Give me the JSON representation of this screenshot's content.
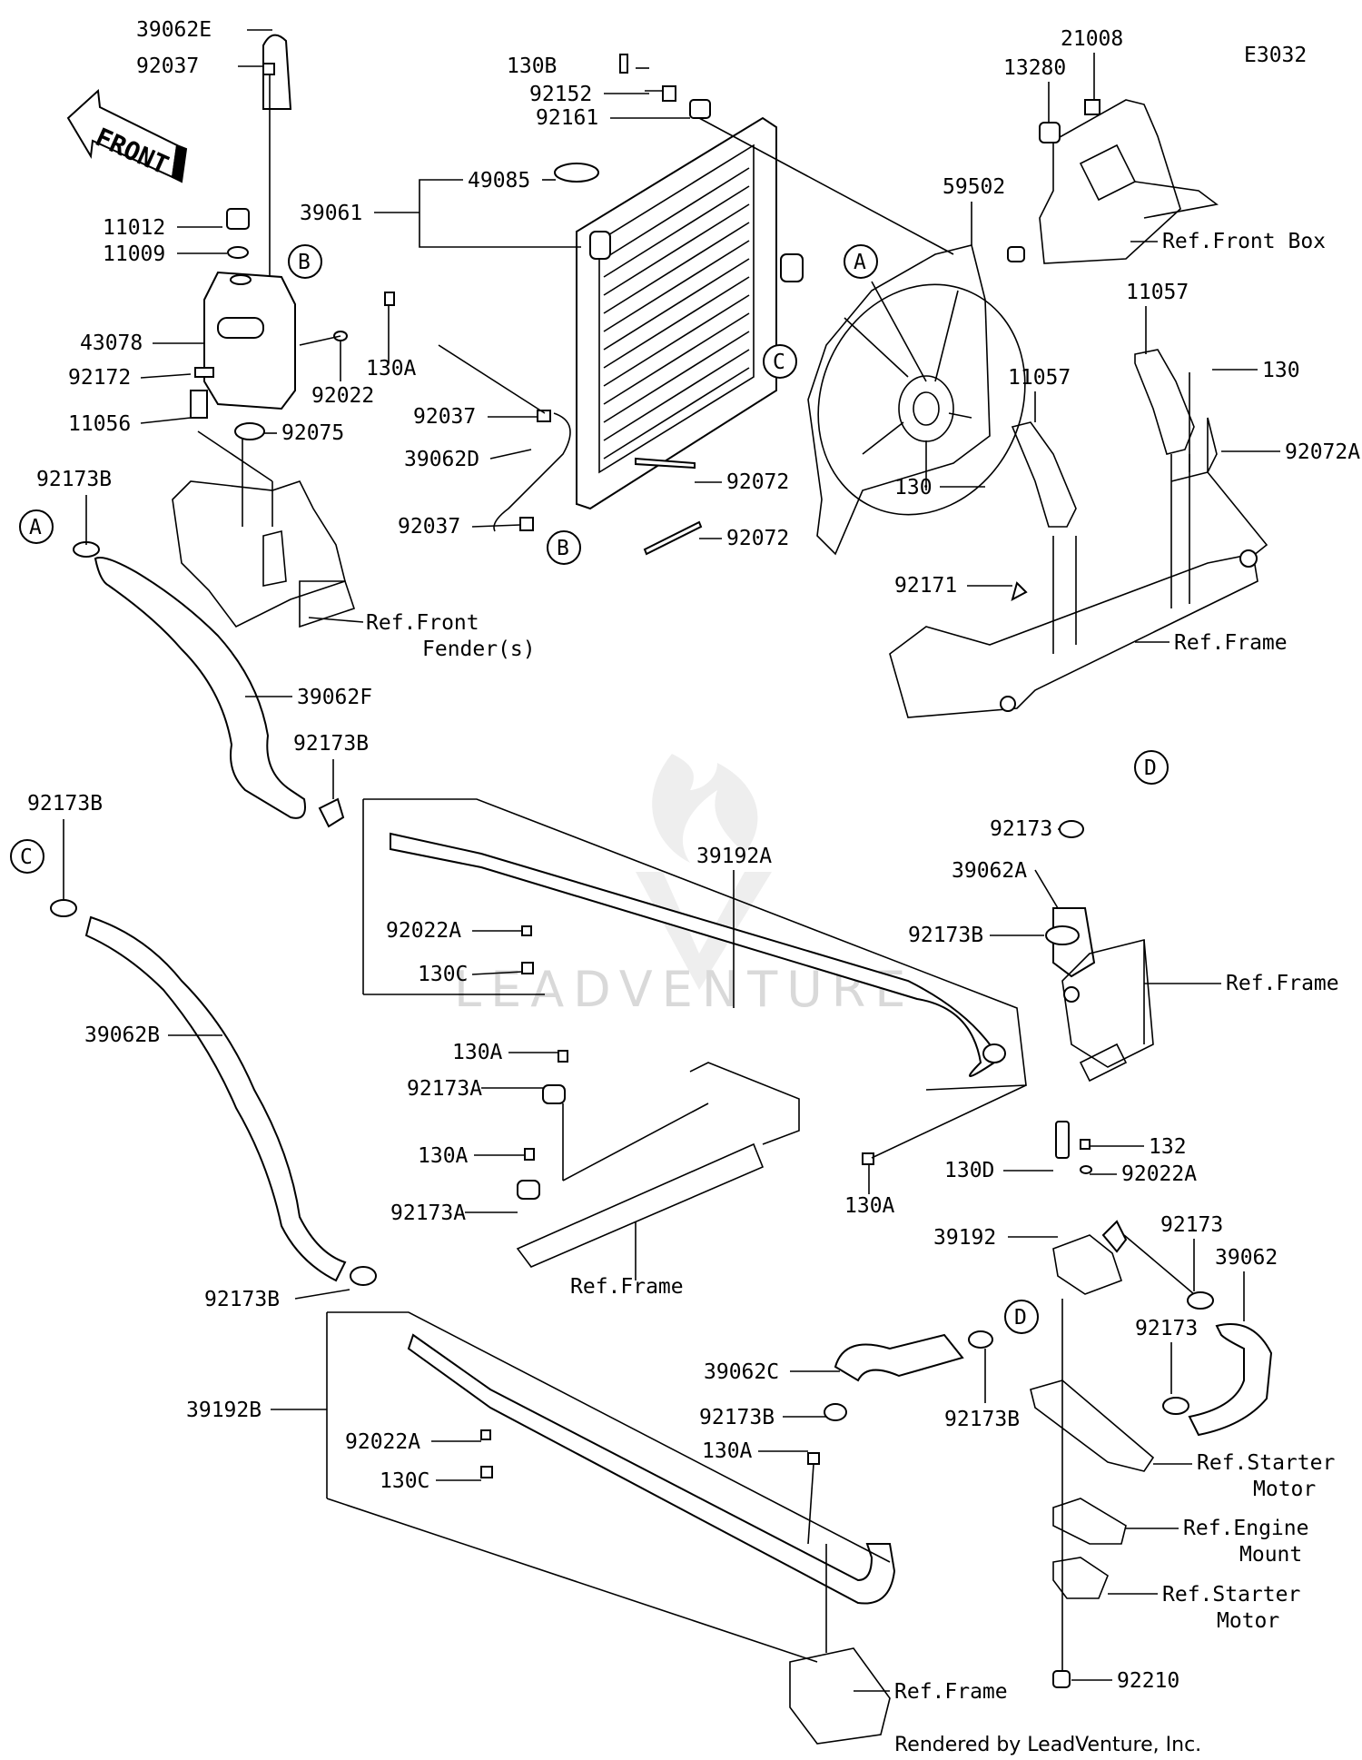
{
  "diagram_code": "E3032",
  "front_label": "FRONT",
  "footer": "Rendered by LeadVenture, Inc.",
  "watermark": "LEADVENTURE",
  "circle_refs": {
    "A": "A",
    "B": "B",
    "C": "C",
    "D": "D"
  },
  "parts": {
    "p39062E": "39062E",
    "p92037_top": "92037",
    "p11012": "11012",
    "p11009": "11009",
    "p43078": "43078",
    "p92172": "92172",
    "p11056": "11056",
    "p92022": "92022",
    "p130A_tank": "130A",
    "p92075": "92075",
    "p130B": "130B",
    "p92152": "92152",
    "p92161": "92161",
    "p49085": "49085",
    "p39061": "39061",
    "p92037_mid": "92037",
    "p39062D": "39062D",
    "p92037_low": "92037",
    "p92072_1": "92072",
    "p92072_2": "92072",
    "p21008": "21008",
    "p13280": "13280",
    "p59502": "59502",
    "p11057_a": "11057",
    "p11057_b": "11057",
    "p130_right": "130",
    "p92072A": "92072A",
    "p130_lower": "130",
    "p92171": "92171",
    "p92173B_1": "92173B",
    "p39062F": "39062F",
    "p92173B_2": "92173B",
    "p92173B_3": "92173B",
    "p39192A": "39192A",
    "p92022A_1": "92022A",
    "p130C_1": "130C",
    "p92173_top": "92173",
    "p39062A": "39062A",
    "p92173B_4": "92173B",
    "p39062B": "39062B",
    "p130A_1": "130A",
    "p92173A_1": "92173A",
    "p130A_2": "130A",
    "p92173A_2": "92173A",
    "p130A_3": "130A",
    "p130D": "130D",
    "p132": "132",
    "p92022A_2": "92022A",
    "p39192": "39192",
    "p92173_mid": "92173",
    "p39062": "39062",
    "p92173_low": "92173",
    "p92173B_5": "92173B",
    "p39192B": "39192B",
    "p92022A_3": "92022A",
    "p130C_2": "130C",
    "p39062C": "39062C",
    "p92173B_6": "92173B",
    "p130A_4": "130A",
    "p92173B_7": "92173B",
    "p92210": "92210"
  },
  "refs": {
    "front_box": "Ref.Front Box",
    "front_fender_1": "Ref.Front",
    "front_fender_2": "Fender(s)",
    "frame_1": "Ref.Frame",
    "frame_2": "Ref.Frame",
    "frame_3": "Ref.Frame",
    "frame_4": "Ref.Frame",
    "starter_1a": "Ref.Starter",
    "starter_1b": "Motor",
    "engine_mount_a": "Ref.Engine",
    "engine_mount_b": "Mount",
    "starter_2a": "Ref.Starter",
    "starter_2b": "Motor"
  }
}
